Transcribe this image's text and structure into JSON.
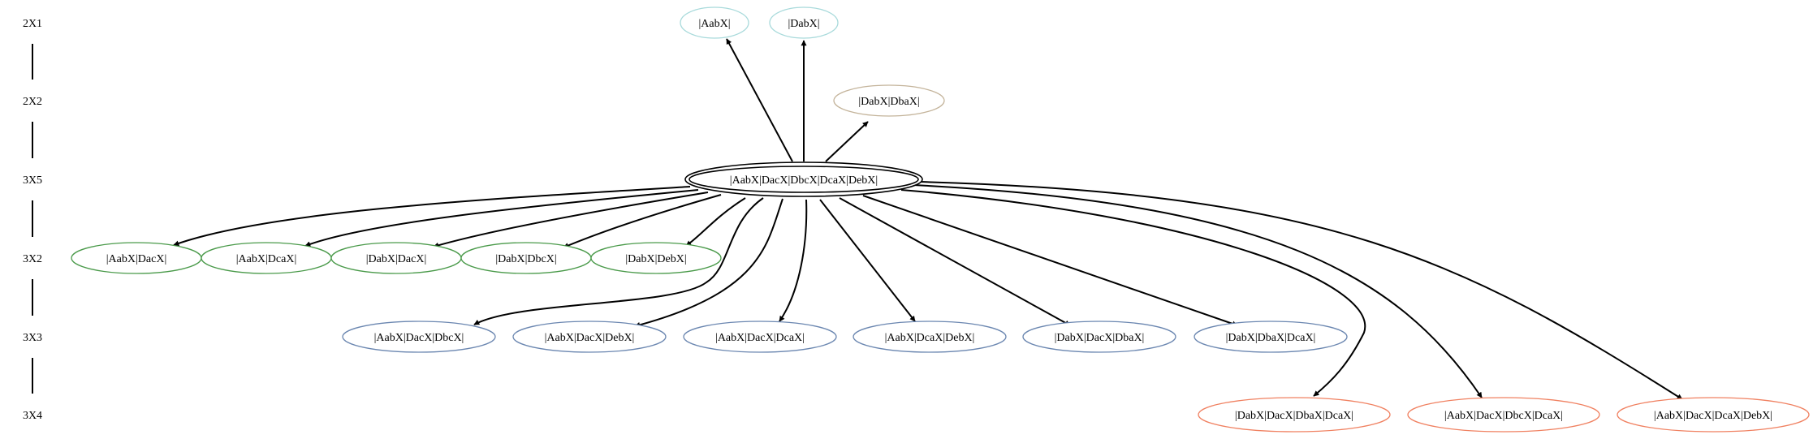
{
  "ranks": [
    "2X1",
    "2X2",
    "3X5",
    "3X2",
    "3X3",
    "3X4"
  ],
  "nodes": [
    {
      "id": "n_AabX",
      "label": "|AabX|",
      "rank": 0,
      "color": "#a8dadb"
    },
    {
      "id": "n_DabX",
      "label": "|DabX|",
      "rank": 0,
      "color": "#a8dadb"
    },
    {
      "id": "n_DabX_DbaX",
      "label": "|DabX|DbaX|",
      "rank": 1,
      "color": "#c4b49b"
    },
    {
      "id": "n_center",
      "label": "|AabX|DacX|DbcX|DcaX|DebX|",
      "rank": 2,
      "color": "#000000",
      "double": true
    },
    {
      "id": "n_AabX_DacX",
      "label": "|AabX|DacX|",
      "rank": 3,
      "color": "#4a9a4a"
    },
    {
      "id": "n_AabX_DcaX",
      "label": "|AabX|DcaX|",
      "rank": 3,
      "color": "#4a9a4a"
    },
    {
      "id": "n_DabX_DacX",
      "label": "|DabX|DacX|",
      "rank": 3,
      "color": "#4a9a4a"
    },
    {
      "id": "n_DabX_DbcX",
      "label": "|DabX|DbcX|",
      "rank": 3,
      "color": "#4a9a4a"
    },
    {
      "id": "n_DabX_DebX",
      "label": "|DabX|DebX|",
      "rank": 3,
      "color": "#4a9a4a"
    },
    {
      "id": "n_AabX_DacX_DbcX",
      "label": "|AabX|DacX|DbcX|",
      "rank": 4,
      "color": "#6a86b0"
    },
    {
      "id": "n_AabX_DacX_DebX",
      "label": "|AabX|DacX|DebX|",
      "rank": 4,
      "color": "#6a86b0"
    },
    {
      "id": "n_AabX_DacX_DcaX",
      "label": "|AabX|DacX|DcaX|",
      "rank": 4,
      "color": "#6a86b0"
    },
    {
      "id": "n_AabX_DcaX_DebX",
      "label": "|AabX|DcaX|DebX|",
      "rank": 4,
      "color": "#6a86b0"
    },
    {
      "id": "n_DabX_DacX_DbaX",
      "label": "|DabX|DacX|DbaX|",
      "rank": 4,
      "color": "#6a86b0"
    },
    {
      "id": "n_DabX_DbaX_DcaX",
      "label": "|DabX|DbaX|DcaX|",
      "rank": 4,
      "color": "#6a86b0"
    },
    {
      "id": "n_DabX_DacX_DbaX_DcaX",
      "label": "|DabX|DacX|DbaX|DcaX|",
      "rank": 5,
      "color": "#f08060"
    },
    {
      "id": "n_AabX_DacX_DbcX_DcaX",
      "label": "|AabX|DacX|DbcX|DcaX|",
      "rank": 5,
      "color": "#f08060"
    },
    {
      "id": "n_AabX_DacX_DcaX_DebX",
      "label": "|AabX|DacX|DcaX|DebX|",
      "rank": 5,
      "color": "#f08060"
    }
  ],
  "edges": [
    {
      "from": "n_center",
      "to": "n_AabX"
    },
    {
      "from": "n_center",
      "to": "n_DabX"
    },
    {
      "from": "n_center",
      "to": "n_DabX_DbaX"
    },
    {
      "from": "n_center",
      "to": "n_AabX_DacX"
    },
    {
      "from": "n_center",
      "to": "n_AabX_DcaX"
    },
    {
      "from": "n_center",
      "to": "n_DabX_DacX"
    },
    {
      "from": "n_center",
      "to": "n_DabX_DbcX"
    },
    {
      "from": "n_center",
      "to": "n_DabX_DebX"
    },
    {
      "from": "n_center",
      "to": "n_AabX_DacX_DbcX"
    },
    {
      "from": "n_center",
      "to": "n_AabX_DacX_DebX"
    },
    {
      "from": "n_center",
      "to": "n_AabX_DacX_DcaX"
    },
    {
      "from": "n_center",
      "to": "n_AabX_DcaX_DebX"
    },
    {
      "from": "n_center",
      "to": "n_DabX_DacX_DbaX"
    },
    {
      "from": "n_center",
      "to": "n_DabX_DbaX_DcaX"
    },
    {
      "from": "n_center",
      "to": "n_DabX_DacX_DbaX_DcaX"
    },
    {
      "from": "n_center",
      "to": "n_AabX_DacX_DbcX_DcaX"
    },
    {
      "from": "n_center",
      "to": "n_AabX_DacX_DcaX_DebX"
    }
  ]
}
